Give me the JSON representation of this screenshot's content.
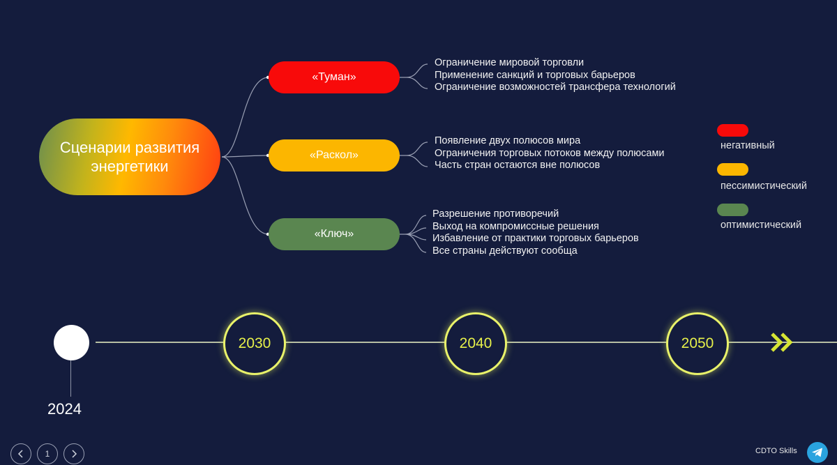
{
  "root": {
    "label": "Сценарии развития энергетики"
  },
  "scenarios": [
    {
      "label": "«Туман»",
      "color": "#f80a0a",
      "details": [
        "Ограничение мировой торговли",
        "Применение санкций и торговых барьеров",
        "Ограничение возможностей трансфера технологий"
      ]
    },
    {
      "label": "«Раскол»",
      "color": "#fcb600",
      "details": [
        "Появление двух полюсов мира",
        "Ограничения торговых потоков между полюсами",
        "Часть стран остаются вне полюсов"
      ]
    },
    {
      "label": "«Ключ»",
      "color": "#5a8650",
      "details": [
        "Разрешение противоречий",
        "Выход на компромиссные решения",
        "Избавление от практики торговых барьеров",
        "Все страны действуют сообща"
      ]
    }
  ],
  "legend": [
    {
      "label": "негативный",
      "color": "#f80a0a"
    },
    {
      "label": "пессимистический",
      "color": "#fcb600"
    },
    {
      "label": "оптимистический",
      "color": "#5a8650"
    }
  ],
  "timeline": {
    "start_year": "2024",
    "milestones": [
      "2030",
      "2040",
      "2050"
    ],
    "arrow_icon": "double-chevron-right-icon",
    "accent_color": "#e9f26a"
  },
  "nav": {
    "page_number": "1",
    "prev_icon": "chevron-left-icon",
    "next_icon": "chevron-right-icon"
  },
  "brand": {
    "label": "CDTO Skills",
    "icon": "telegram-icon"
  },
  "colors": {
    "background": "#141c3d"
  }
}
